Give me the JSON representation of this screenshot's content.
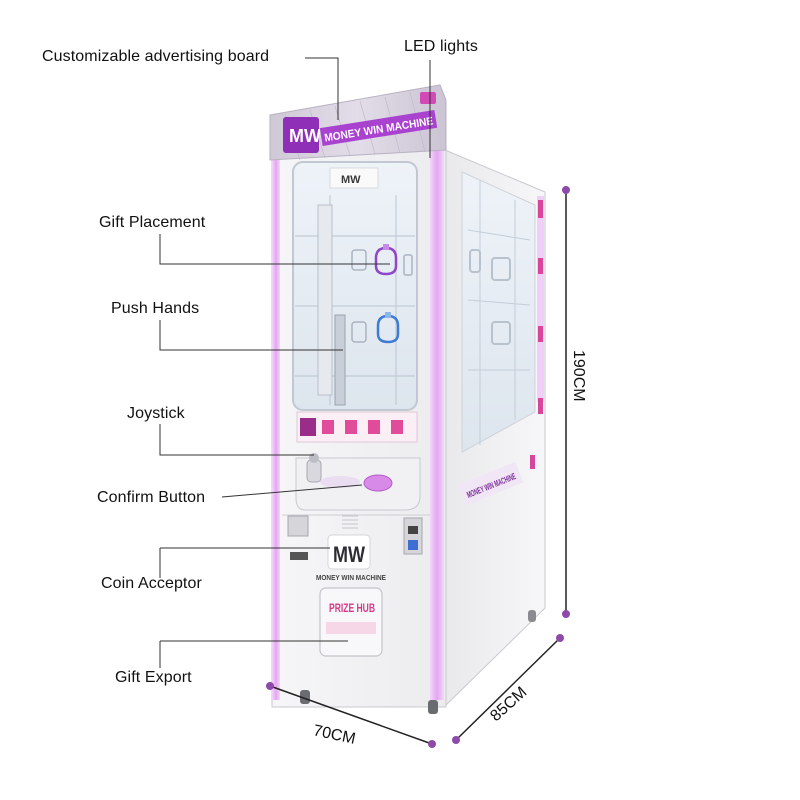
{
  "colors": {
    "accent": "#9b3fc0",
    "purple_glow": "#d89ae8",
    "line": "#333333",
    "dot": "#8e4aa8",
    "cabinet": "#f4f4f6"
  },
  "labels": {
    "ad_board": "Customizable advertising board",
    "led": "LED lights",
    "gift_placement": "Gift Placement",
    "push_hands": "Push Hands",
    "joystick": "Joystick",
    "confirm_button": "Confirm Button",
    "coin_acceptor": "Coin Acceptor",
    "gift_export": "Gift Export"
  },
  "dimensions": {
    "height": "190CM",
    "width": "70CM",
    "depth": "85CM"
  },
  "machine": {
    "header_text": "MONEY WIN MACHINE",
    "logo_text": "MW",
    "front_text": "MONEY WIN MACHINE",
    "side_text": "MONEY WIN MACHINE",
    "prize_sign": "PRIZE HUB",
    "icon": "claw-machine-icon"
  }
}
